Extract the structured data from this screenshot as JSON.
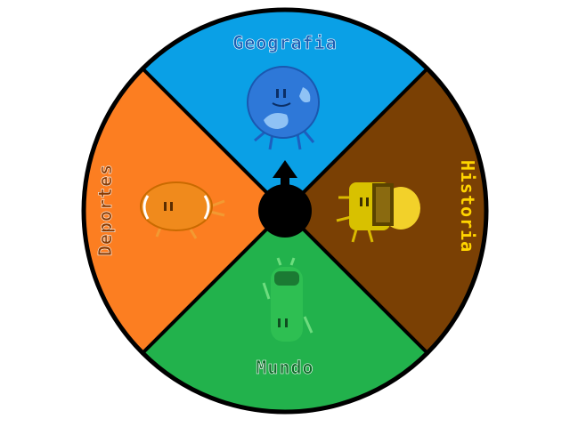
{
  "wheel": {
    "segments": [
      {
        "id": "geography",
        "label": "Geografia",
        "color": "#0aa0e6",
        "text_color": "#1a5fb4",
        "character": "globe"
      },
      {
        "id": "history",
        "label": "Historia",
        "color": "#7a4004",
        "text_color": "#ffd400",
        "character": "scroll"
      },
      {
        "id": "world",
        "label": "Mundo",
        "color": "#22b24c",
        "text_color": "#0f6b2a",
        "character": "lab-tube"
      },
      {
        "id": "sports",
        "label": "Deportes",
        "color": "#fc7e21",
        "text_color": "#8a3a00",
        "character": "football"
      }
    ],
    "pointer": {
      "direction": "up",
      "color": "#000000"
    },
    "border_color": "#000000"
  }
}
